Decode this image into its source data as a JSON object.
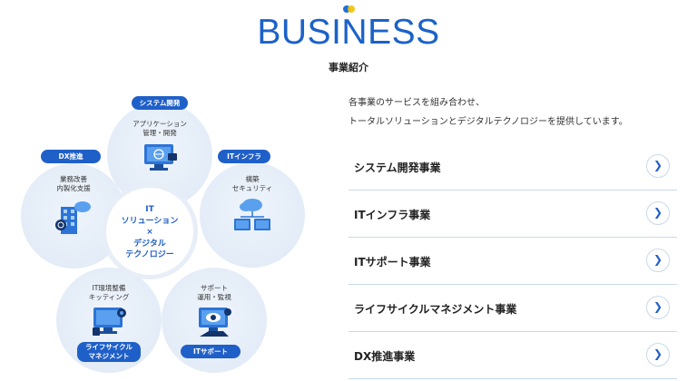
{
  "header": {
    "title": "BUSINESS",
    "subtitle": "事業紹介"
  },
  "diagram": {
    "center": {
      "line1": "IT",
      "line2": "ソリューション",
      "line3": "×",
      "line4": "デジタル",
      "line5": "テクノロジー"
    },
    "system": {
      "pill": "システム開発",
      "cap1": "アプリケーション",
      "cap2": "管理・開発"
    },
    "infra": {
      "pill": "ITインフラ",
      "cap1": "構築",
      "cap2": "セキュリティ"
    },
    "support": {
      "pill": "ITサポート",
      "cap1": "サポート",
      "cap2": "運用・監視"
    },
    "lifecycle": {
      "pill1": "ライフサイクル",
      "pill2": "マネジメント",
      "cap1": "IT環境整備",
      "cap2": "キッティング"
    },
    "dx": {
      "pill": "DX推進",
      "cap1": "業務改善",
      "cap2": "内製化支援"
    }
  },
  "description": {
    "line1": "各事業のサービスを組み合わせ、",
    "line2": "トータルソリューションとデジタルテクノロジーを提供しています。"
  },
  "menu": [
    {
      "label": "システム開発事業"
    },
    {
      "label": "ITインフラ事業"
    },
    {
      "label": "ITサポート事業"
    },
    {
      "label": "ライフサイクルマネジメント事業"
    },
    {
      "label": "DX推進事業"
    }
  ],
  "colors": {
    "brand": "#1b62c9",
    "pill": "#1f5fc8",
    "petal": "#e3ecf7",
    "divider": "#c9d9ea"
  },
  "icons": {
    "arrow": "chevron-right-icon"
  }
}
